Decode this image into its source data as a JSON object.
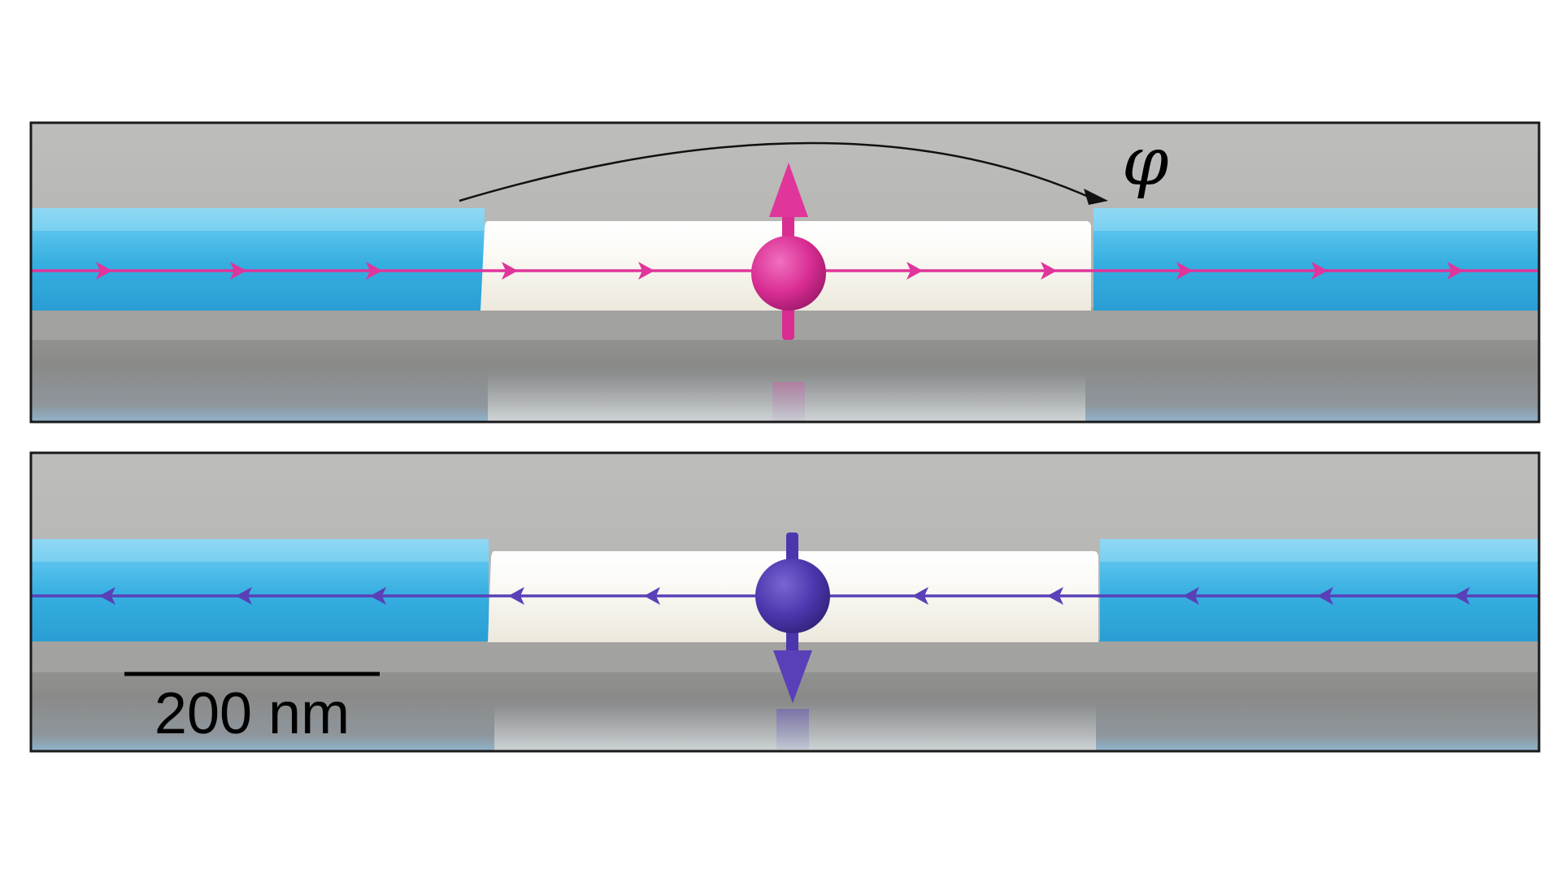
{
  "labels": {
    "phase": "φ",
    "scale_bar": "200 nm"
  },
  "colors": {
    "background": "#ffffff",
    "frame": "#1a1a1a",
    "substrate": "#b9b9b7",
    "lead": "#34aee0",
    "lead_highlight": "#8fd8f4",
    "scatterer": "#f6f3ea",
    "spin_up": "#e0359a",
    "spin_down": "#5a40b8"
  },
  "panels": [
    {
      "name": "spin-up-panel",
      "spin": "up",
      "propagation": "right"
    },
    {
      "name": "spin-down-panel",
      "spin": "down",
      "propagation": "left"
    }
  ]
}
